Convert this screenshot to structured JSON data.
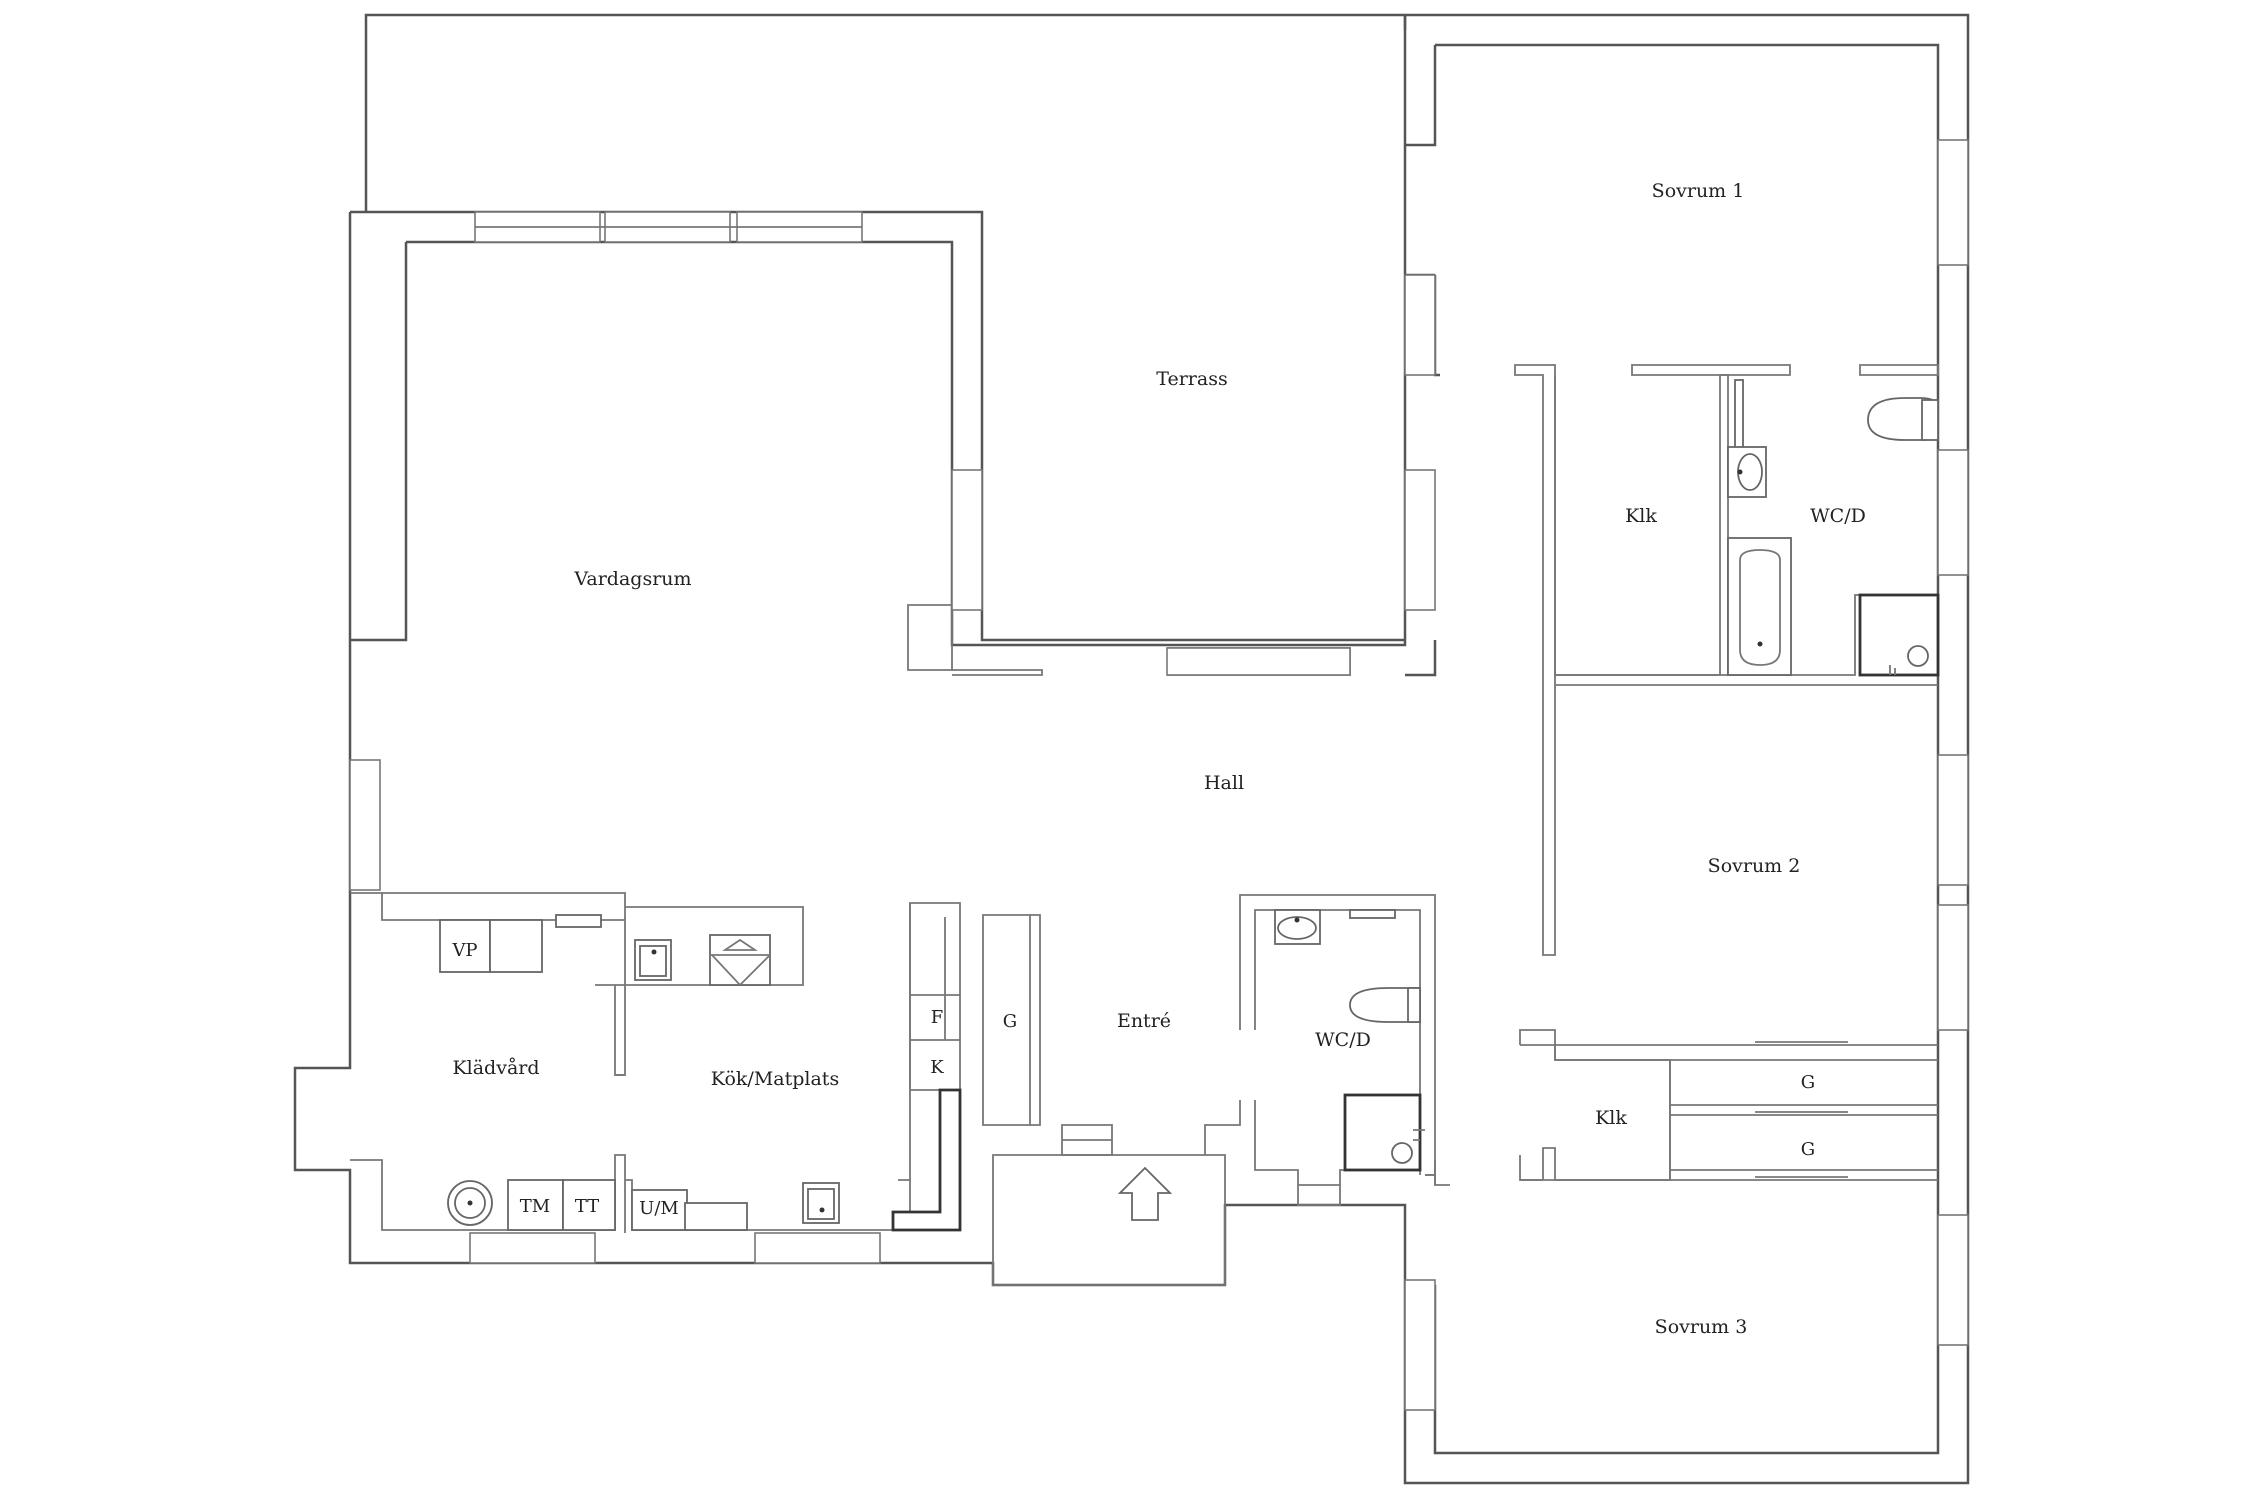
{
  "rooms": {
    "terrass": "Terrass",
    "sovrum1": "Sovrum 1",
    "vardagsrum": "Vardagsrum",
    "klk1": "Klk",
    "wcd1": "WC/D",
    "hall": "Hall",
    "sovrum2": "Sovrum 2",
    "klädvård": "Klädvård",
    "kok": "Kök/Matplats",
    "entre": "Entré",
    "wcd2": "WC/D",
    "klk2": "Klk",
    "sovrum3": "Sovrum 3"
  },
  "fixtures": {
    "vp": "VP",
    "f": "F",
    "k": "K",
    "g_entre": "G",
    "g_upper": "G",
    "g_lower": "G",
    "tm": "TM",
    "tt": "TT",
    "um": "U/M"
  },
  "icons": {
    "entrance": "arrow-up-icon"
  }
}
